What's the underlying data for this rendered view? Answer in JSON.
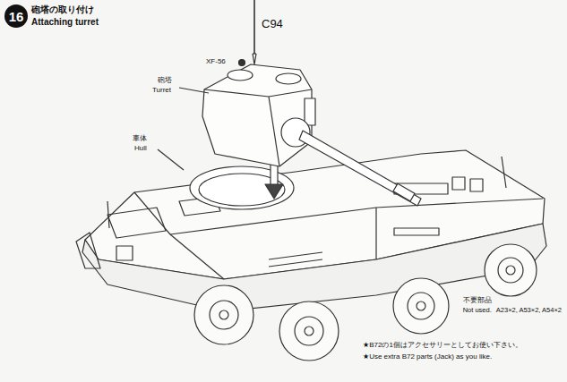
{
  "diagram": {
    "title": "砲塔の取り付け",
    "nodes": [
      {
        "text": [
          "16"
        ]
      }
    ],
    "edges": [],
    "labels": [
      "Attaching turret",
      "C94",
      "XF-56",
      "砲塔",
      "Turret",
      "車体",
      "Hull",
      "不要部品",
      "Not used.",
      "A23×2, A53×2, A54×2",
      "★B72の1個はアクセサリーとしてお使い下さい。",
      "★Use extra B72 parts (Jack) as you like."
    ]
  }
}
